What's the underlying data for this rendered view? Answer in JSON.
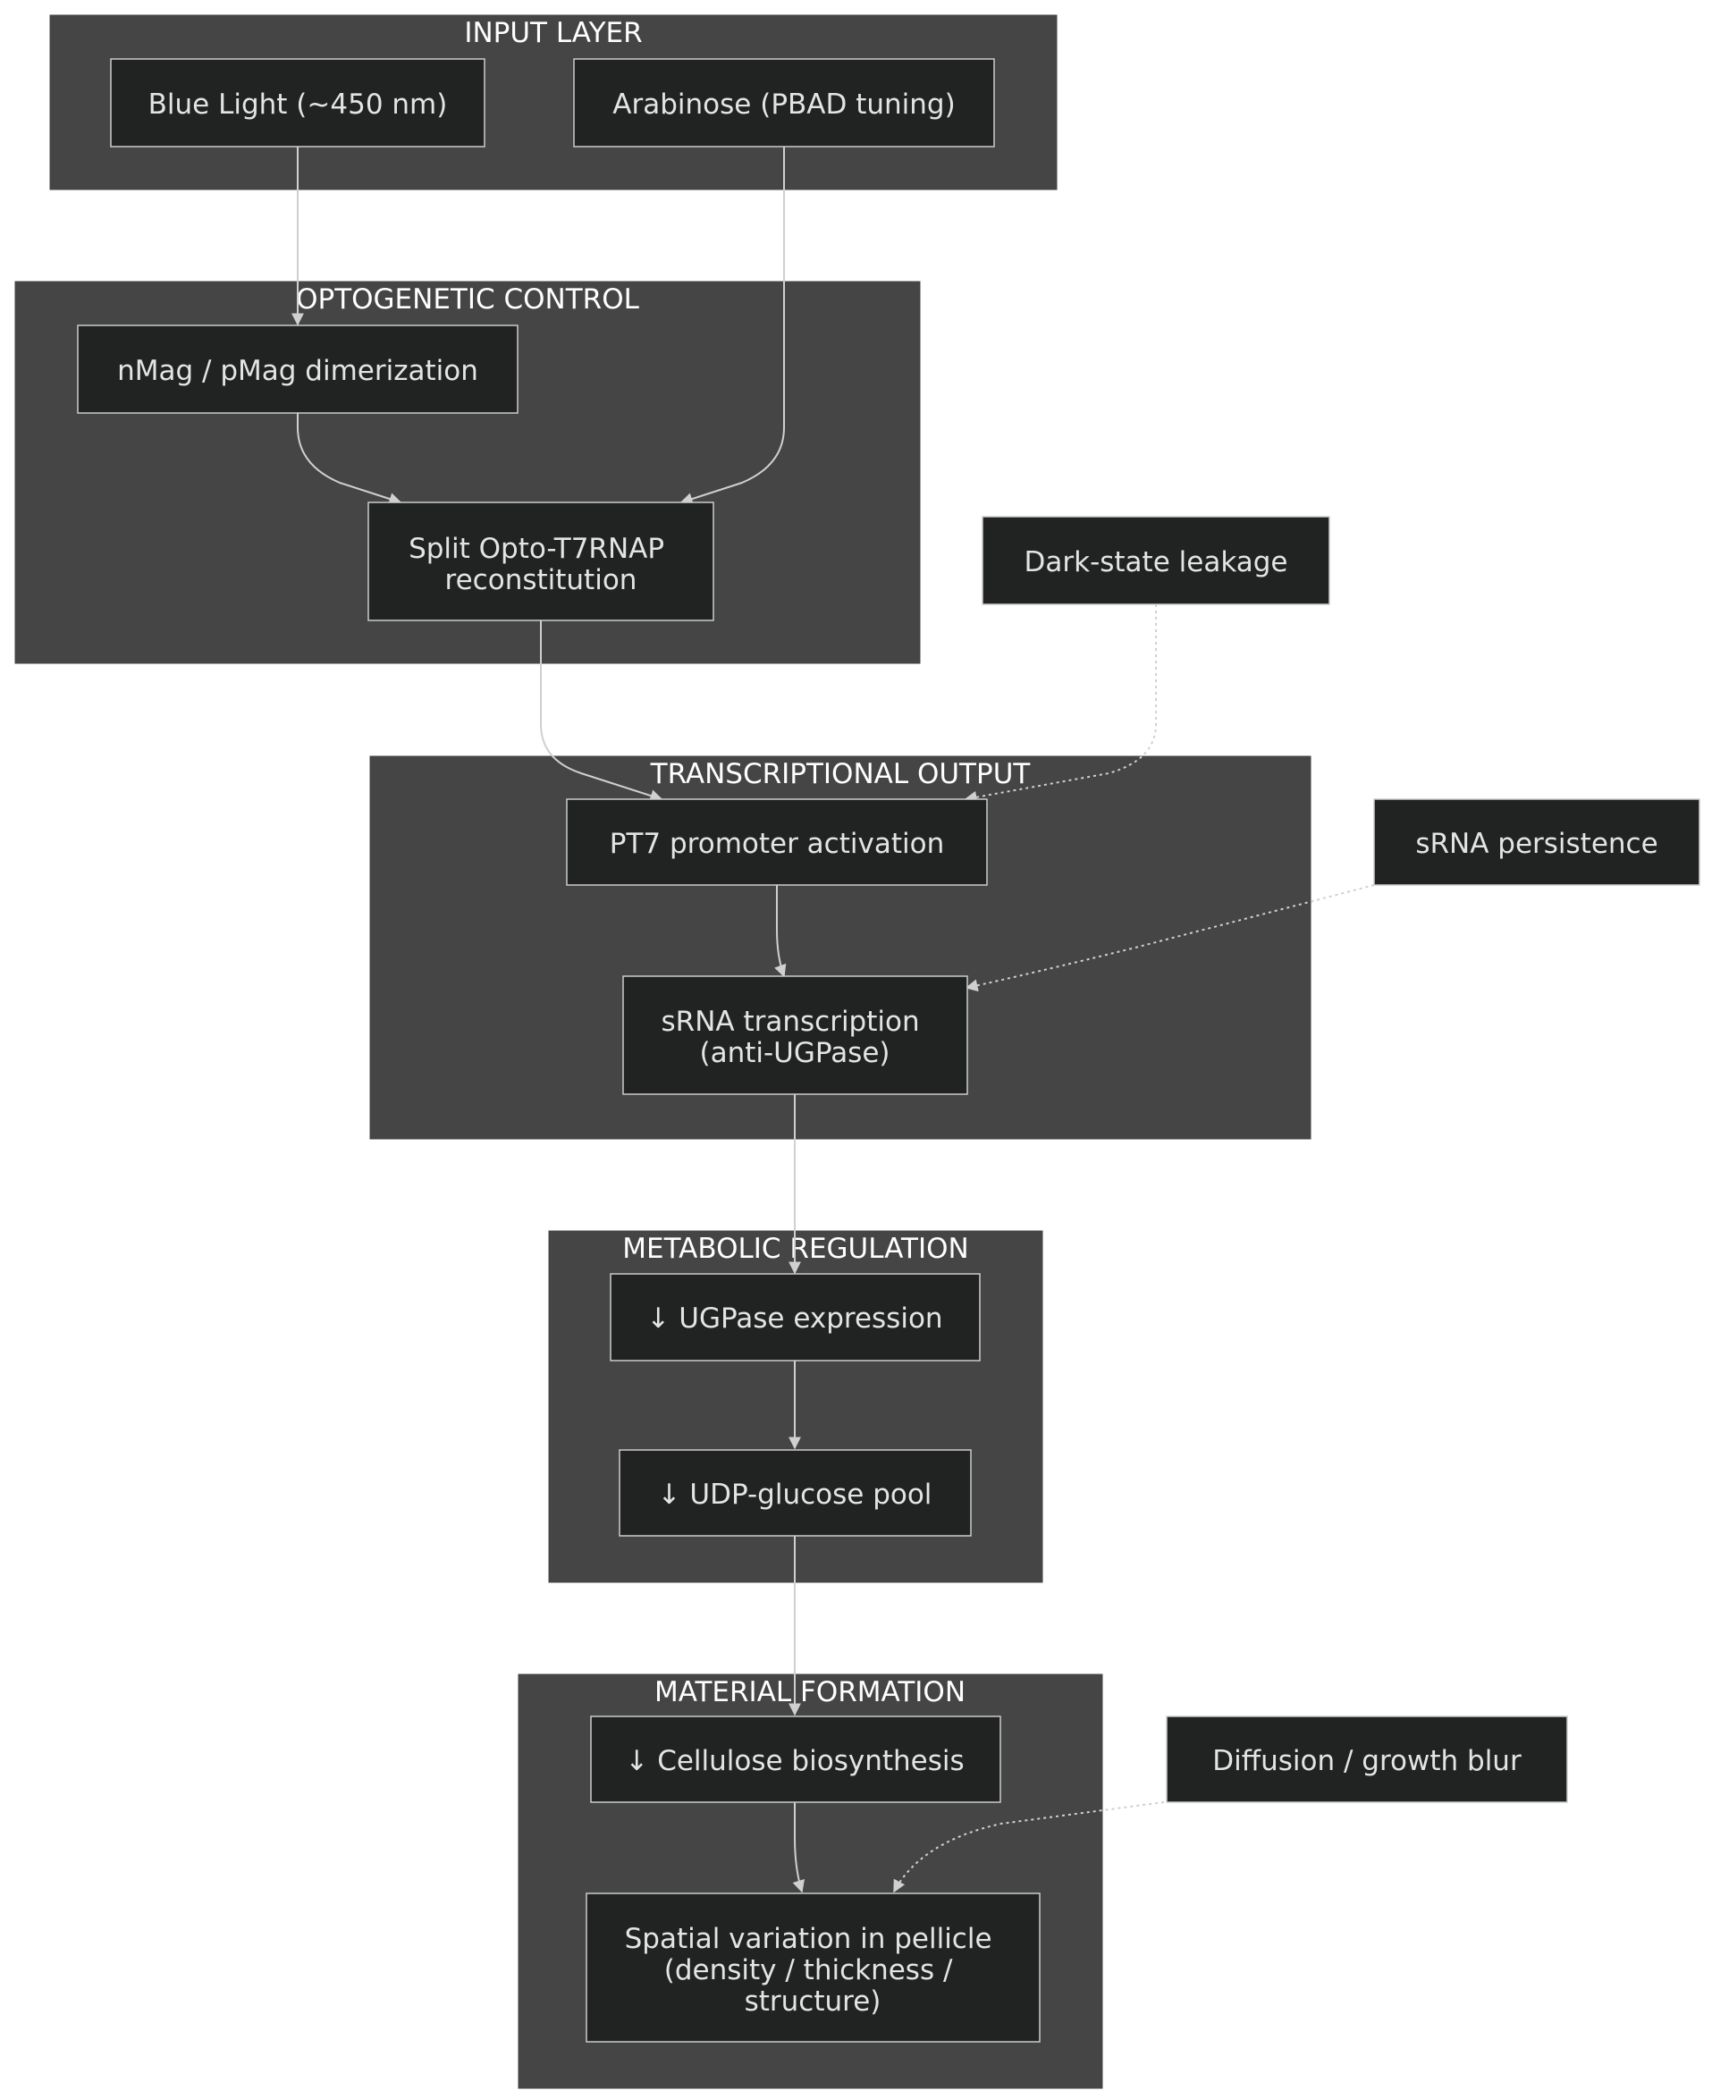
{
  "colors": {
    "background": "#ffffff",
    "cluster_fill": "#454545",
    "node_fill": "#212222",
    "node_border": "#cccccc",
    "text": "#e4e4e4",
    "cluster_title": "#ffffff",
    "edge": "#d0d0d0"
  },
  "clusters": {
    "input": {
      "title": "INPUT LAYER"
    },
    "opto": {
      "title": "OPTOGENETIC CONTROL"
    },
    "transcription": {
      "title": "TRANSCRIPTIONAL OUTPUT"
    },
    "metabolic": {
      "title": "METABOLIC REGULATION"
    },
    "material": {
      "title": "MATERIAL FORMATION"
    }
  },
  "nodes": {
    "blue_light": {
      "lines": [
        "Blue Light (~450 nm)"
      ]
    },
    "arabinose": {
      "lines": [
        "Arabinose (PBAD tuning)"
      ]
    },
    "dimerization": {
      "lines": [
        "nMag / pMag dimerization"
      ]
    },
    "split_opto": {
      "lines": [
        "Split Opto-T7RNAP",
        "reconstitution"
      ]
    },
    "dark_leakage": {
      "lines": [
        "Dark-state leakage"
      ]
    },
    "pt7": {
      "lines": [
        "PT7 promoter activation"
      ]
    },
    "srna_persistence": {
      "lines": [
        "sRNA persistence"
      ]
    },
    "srna_transcription": {
      "lines": [
        "sRNA transcription",
        "(anti-UGPase)"
      ]
    },
    "ugpase": {
      "lines": [
        "↓ UGPase expression"
      ]
    },
    "udp_glucose": {
      "lines": [
        "↓ UDP-glucose pool"
      ]
    },
    "cellulose": {
      "lines": [
        "↓ Cellulose biosynthesis"
      ]
    },
    "diffusion": {
      "lines": [
        "Diffusion / growth blur"
      ]
    },
    "spatial": {
      "lines": [
        "Spatial variation in pellicle",
        "(density / thickness /",
        "structure)"
      ]
    }
  },
  "edges": [
    {
      "from": "blue_light",
      "to": "dimerization",
      "style": "solid"
    },
    {
      "from": "dimerization",
      "to": "split_opto",
      "style": "solid"
    },
    {
      "from": "arabinose",
      "to": "split_opto",
      "style": "solid"
    },
    {
      "from": "split_opto",
      "to": "pt7",
      "style": "solid"
    },
    {
      "from": "dark_leakage",
      "to": "pt7",
      "style": "dotted"
    },
    {
      "from": "pt7",
      "to": "srna_transcription",
      "style": "solid"
    },
    {
      "from": "srna_persistence",
      "to": "srna_transcription",
      "style": "dotted"
    },
    {
      "from": "srna_transcription",
      "to": "ugpase",
      "style": "solid"
    },
    {
      "from": "ugpase",
      "to": "udp_glucose",
      "style": "solid"
    },
    {
      "from": "udp_glucose",
      "to": "cellulose",
      "style": "solid"
    },
    {
      "from": "cellulose",
      "to": "spatial",
      "style": "solid"
    },
    {
      "from": "diffusion",
      "to": "spatial",
      "style": "dotted"
    }
  ]
}
